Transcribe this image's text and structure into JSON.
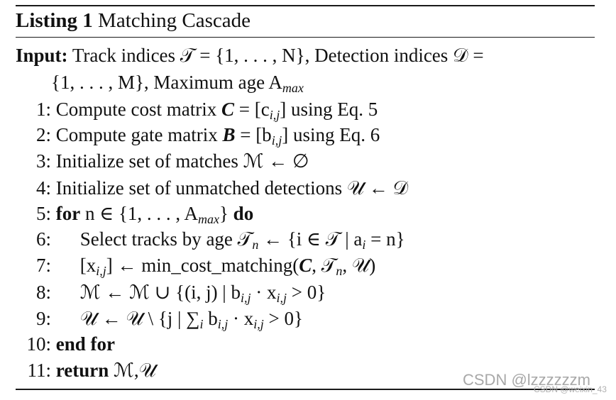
{
  "caption": {
    "label": "Listing 1",
    "title": "Matching Cascade"
  },
  "input": {
    "label": "Input:",
    "line1": "Track indices 𝒯 = {1, . . . , N}, Detection indices 𝒟 =",
    "line2": "{1, . . . , M}, Maximum age A",
    "line2_sub": "max"
  },
  "steps": [
    {
      "num": "1:",
      "text_a": "Compute cost matrix ",
      "sym": "C",
      "text_b": " = [c",
      "sub": "i,j",
      "text_c": "] using Eq. 5"
    },
    {
      "num": "2:",
      "text_a": "Compute gate matrix ",
      "sym": "B",
      "text_b": " = [b",
      "sub": "i,j",
      "text_c": "] using Eq. 6"
    },
    {
      "num": "3:",
      "text": "Initialize set of matches ℳ ← ∅"
    },
    {
      "num": "4:",
      "text": "Initialize set of unmatched detections 𝒰 ← 𝒟"
    },
    {
      "num": "5:",
      "kw_a": "for",
      "mid": " n ∈ {1, . . . , A",
      "sub": "max",
      "mid_b": "} ",
      "kw_b": "do"
    },
    {
      "num": "6:",
      "text_a": "Select tracks by age 𝒯",
      "sub": "n",
      "text_b": " ← {i ∈ 𝒯 | a",
      "sub2": "i",
      "text_c": " = n}"
    },
    {
      "num": "7:",
      "text_a": "[x",
      "sub": "i,j",
      "text_b": "] ← min_cost_matching(",
      "sym": "C",
      "text_c": ", 𝒯",
      "sub2": "n",
      "text_d": ", 𝒰)"
    },
    {
      "num": "8:",
      "text_a": "ℳ ← ℳ ∪ {(i, j) | b",
      "sub": "i,j",
      "text_b": " · x",
      "sub2": "i,j",
      "text_c": " > 0}"
    },
    {
      "num": "9:",
      "text_a": "𝒰 ← 𝒰 \\ {j | ∑",
      "sub": "i",
      "text_b": " b",
      "sub2": "i,j",
      "text_c": " · x",
      "sub3": "i,j",
      "text_d": " > 0}"
    },
    {
      "num": "10:",
      "kw": "end for"
    },
    {
      "num": "11:",
      "kw": "return",
      "text": "  ℳ,𝒰"
    }
  ],
  "watermark": {
    "main": "CSDN @lzzzzzzm",
    "small": "CSDN @weixin_43"
  }
}
